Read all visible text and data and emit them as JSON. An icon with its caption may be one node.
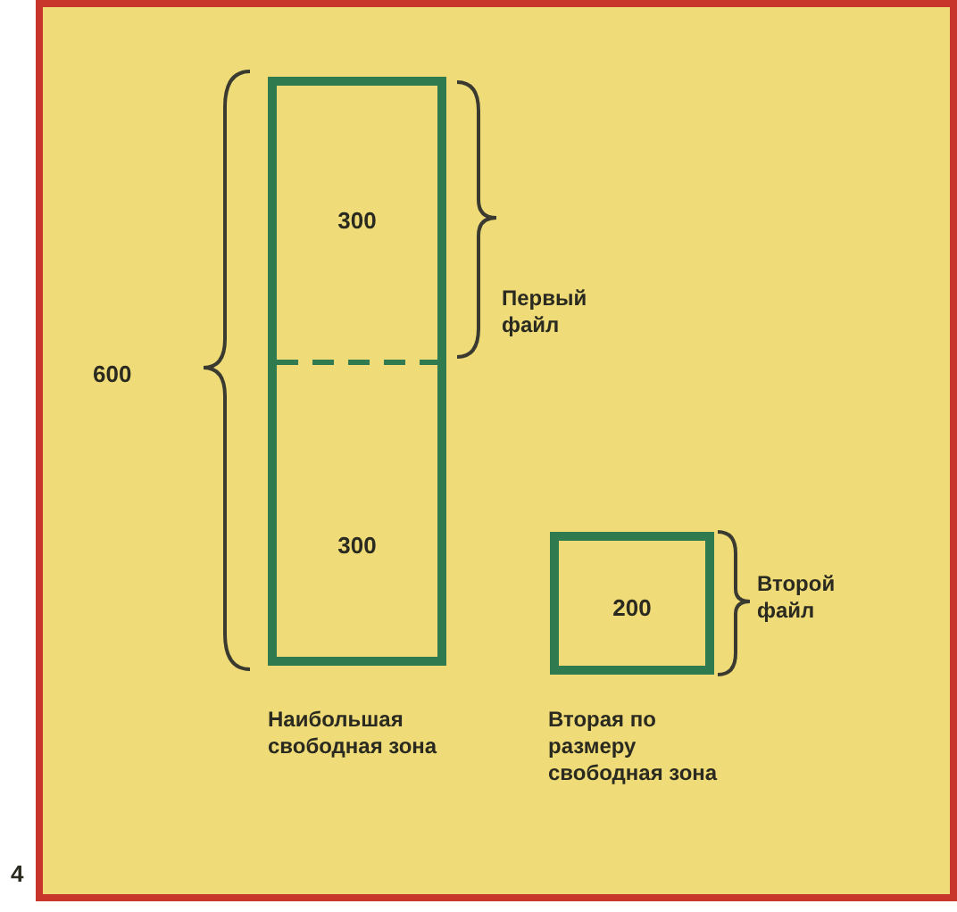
{
  "diagram": {
    "nodes": [
      {
        "text": [
          "300",
          "300"
        ],
        "beside": [
          "Наибольшая свободная зона"
        ]
      },
      {
        "text": [
          "200"
        ],
        "beside": [
          "Вторая по размеру свободная зона"
        ]
      }
    ],
    "labels": [
      "600",
      "Первый файл",
      "Второй файл",
      "4"
    ]
  }
}
